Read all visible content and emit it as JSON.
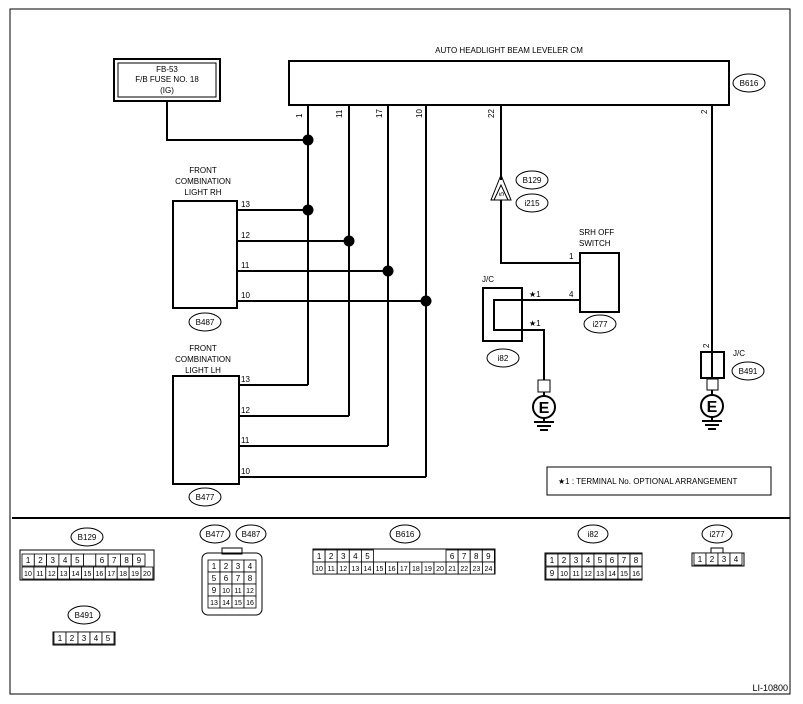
{
  "title": "AUTO HEADLIGHT BEAM LEVELER CM",
  "fuse": {
    "l1": "FB-53",
    "l2": "F/B FUSE NO. 18",
    "l3": "(IG)"
  },
  "cm": {
    "id": "B616",
    "pins": [
      "1",
      "11",
      "17",
      "10",
      "22",
      "2"
    ]
  },
  "rh": {
    "l1": "FRONT",
    "l2": "COMBINATION",
    "l3": "LIGHT RH",
    "id": "B487",
    "pins": [
      "13",
      "12",
      "11",
      "10"
    ]
  },
  "lh": {
    "l1": "FRONT",
    "l2": "COMBINATION",
    "l3": "LIGHT LH",
    "id": "B477",
    "pins": [
      "13",
      "12",
      "11",
      "10"
    ]
  },
  "conn_b129": {
    "id": "B129",
    "pin": "5",
    "id2": "i215"
  },
  "srh": {
    "l1": "SRH OFF",
    "l2": "SWITCH",
    "id": "i277",
    "pins": [
      "1",
      "4"
    ]
  },
  "jc1": {
    "label": "J/C",
    "id": "i82",
    "pins": [
      "★1",
      "★1"
    ]
  },
  "jc2": {
    "label": "J/C",
    "id": "B491",
    "pin": "2"
  },
  "ground": "E",
  "note": "★1 : TERMINAL No. OPTIONAL ARRANGEMENT",
  "footer_id": "LI-10800",
  "connectors": {
    "b129": {
      "id": "B129",
      "row1": [
        "1",
        "2",
        "3",
        "4",
        "5",
        "",
        "6",
        "7",
        "8",
        "9"
      ],
      "row2": [
        "10",
        "11",
        "12",
        "13",
        "14",
        "15",
        "16",
        "17",
        "18",
        "19",
        "20"
      ]
    },
    "b477_b487": {
      "id1": "B477",
      "id2": "B487",
      "rows": [
        [
          "1",
          "2",
          "3",
          "4"
        ],
        [
          "5",
          "6",
          "7",
          "8"
        ],
        [
          "9",
          "10",
          "11",
          "12"
        ],
        [
          "13",
          "14",
          "15",
          "16"
        ]
      ]
    },
    "b616": {
      "id": "B616",
      "row1": [
        "1",
        "2",
        "3",
        "4",
        "5",
        "6",
        "7",
        "8",
        "9"
      ],
      "row2": [
        "10",
        "11",
        "12",
        "13",
        "14",
        "15",
        "16",
        "17",
        "18",
        "19",
        "20",
        "21",
        "22",
        "23",
        "24"
      ]
    },
    "i82": {
      "id": "i82",
      "row1": [
        "1",
        "2",
        "3",
        "4",
        "5",
        "6",
        "7",
        "8"
      ],
      "row2": [
        "9",
        "10",
        "11",
        "12",
        "13",
        "14",
        "15",
        "16"
      ]
    },
    "i277": {
      "id": "i277",
      "row1": [
        "1",
        "2",
        "3",
        "4"
      ]
    },
    "b491": {
      "id": "B491",
      "row1": [
        "1",
        "2",
        "3",
        "4",
        "5"
      ]
    }
  }
}
